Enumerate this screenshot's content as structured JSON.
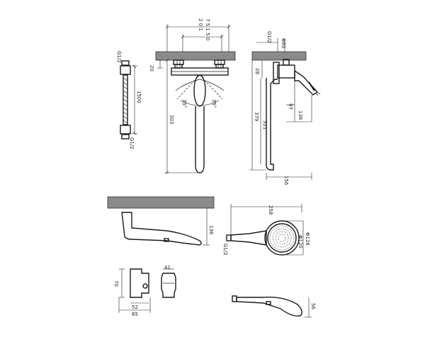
{
  "labels": {
    "hose_thread_top": "G1/2",
    "hose_length": "1500",
    "hose_thread_bottom": "G1/2",
    "top_span_outer": "2 0 1",
    "top_span_inner": "7 5 1 5 0",
    "depth_20": "20",
    "height_303": "303",
    "angle_left": "35°",
    "angle_right": "35°",
    "side_thread": "G1/2",
    "side_dia": "Φ60",
    "side_28": "28",
    "side_379": "379",
    "side_321": "321",
    "side_97": "97",
    "side_136": "136",
    "side_156": "156",
    "spout_136": "136",
    "head_258": "258",
    "head_dia_126": "Φ126",
    "head_dia_120": "Φ120",
    "head_thread": "G1/2",
    "holder_70": "70",
    "holder_41": "41",
    "holder_52": "52",
    "holder_65": "65",
    "profile_56": "56"
  },
  "colors": {
    "line": "#1a1a1a",
    "wall_hatch": "#8a8a8a",
    "background": "#ffffff"
  }
}
